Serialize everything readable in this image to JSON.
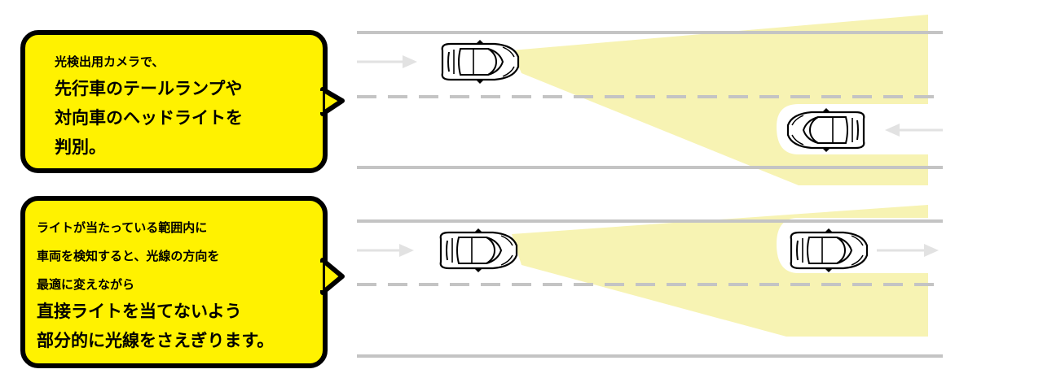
{
  "scene1": {
    "lines": [
      "光検出用カメラで、",
      "先行車のテールランプや",
      "対向車のヘッドライトを",
      "判別。"
    ]
  },
  "scene2": {
    "lines": [
      "ライトが当たっている範囲内に",
      "車両を検知すると、光線の方向を",
      "最適に変えながら",
      "直接ライトを当てないよう",
      "部分的に光線をさえぎります。"
    ]
  },
  "colors": {
    "bubble": "#fff200",
    "beam": "#f7f3b3",
    "road_line": "#c4c4c4",
    "arrow": "#e2e2e2"
  }
}
